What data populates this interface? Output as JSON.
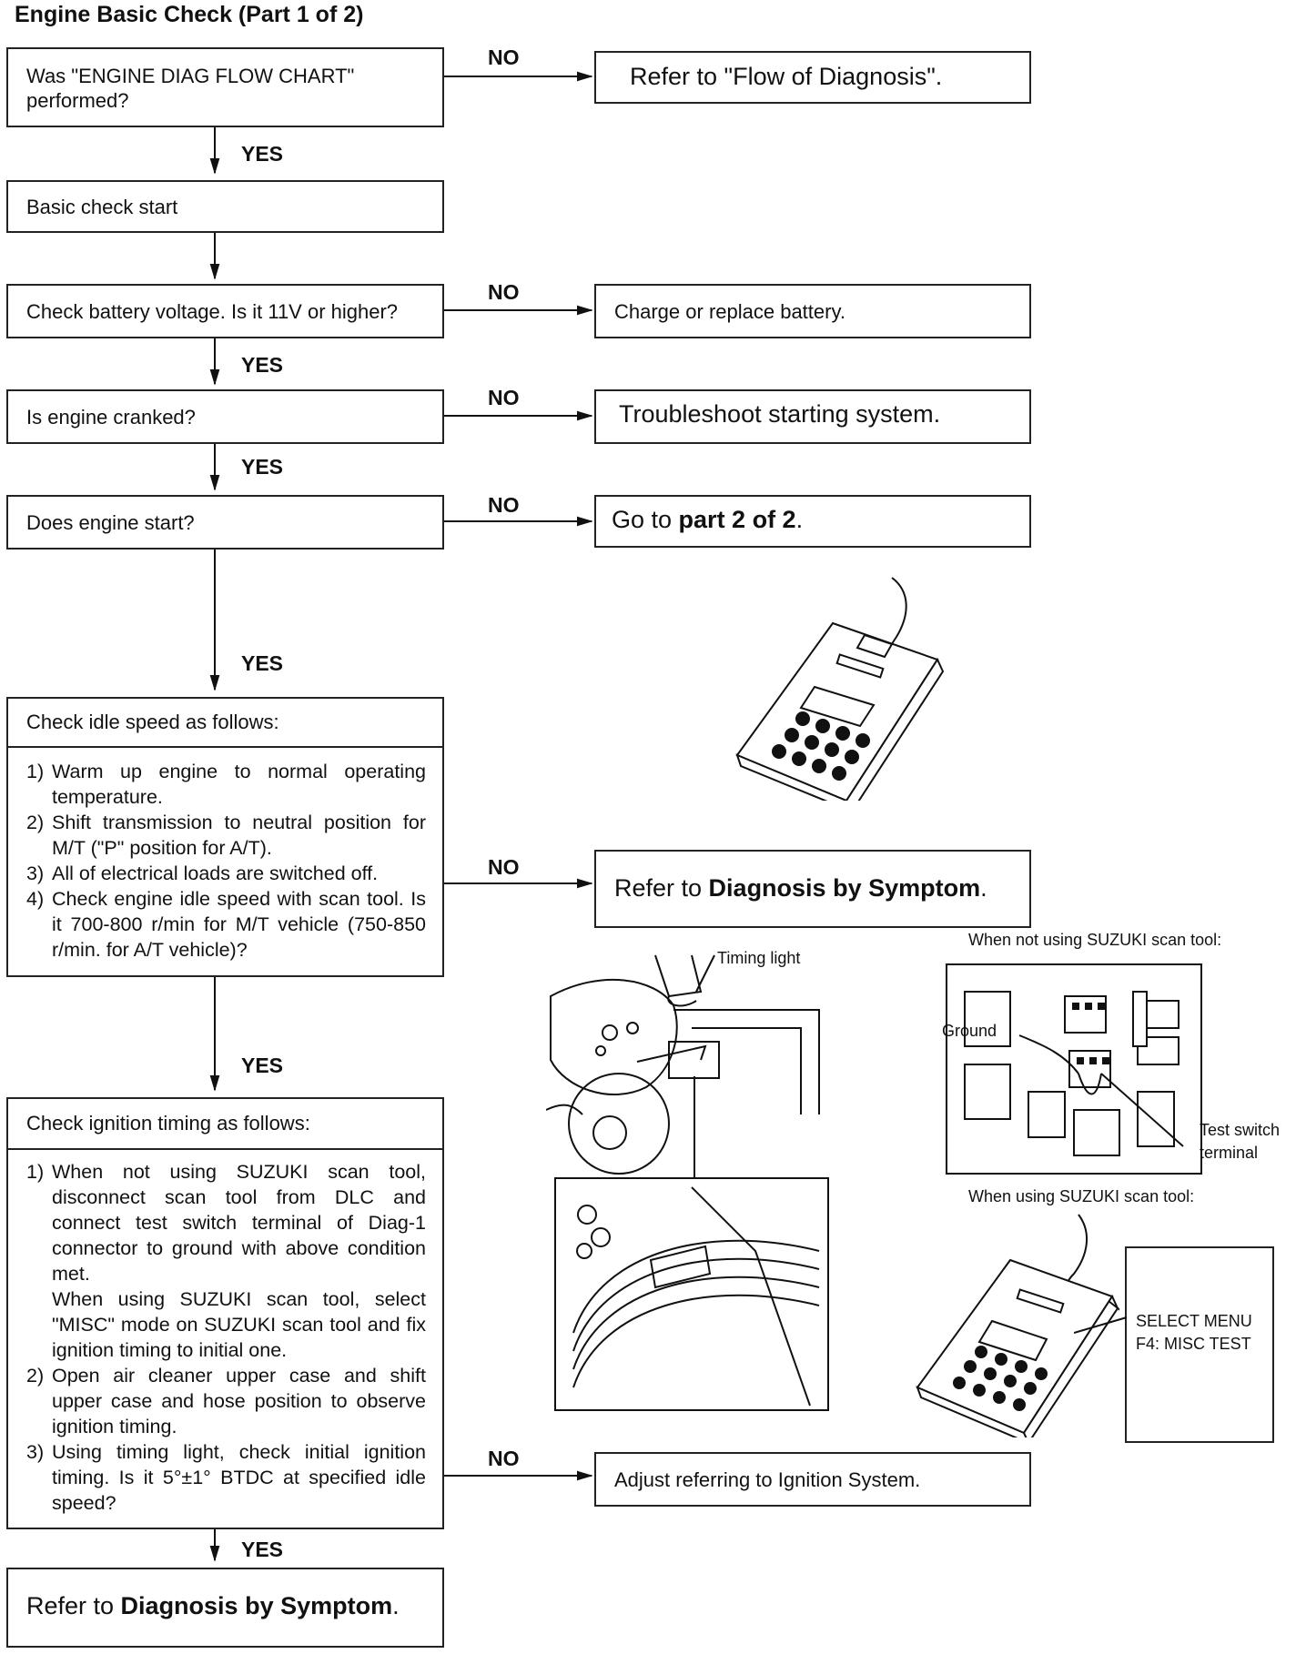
{
  "title": "Engine Basic Check (Part 1 of 2)",
  "labels": {
    "yes": "YES",
    "no": "NO"
  },
  "q1": {
    "text": "Was \"ENGINE DIAG FLOW CHART\" performed?",
    "no_action": "Refer to \"Flow of Diagnosis\"."
  },
  "start": "Basic check start",
  "q2": {
    "text": "Check battery voltage. Is it 11V or higher?",
    "no_action": "Charge or replace battery."
  },
  "q3": {
    "text": "Is engine cranked?",
    "no_action": "Troubleshoot starting system."
  },
  "q4": {
    "text": "Does engine start?",
    "no_action_prefix": "Go to ",
    "no_action_bold": "part 2 of 2",
    "no_action_suffix": "."
  },
  "idle": {
    "header": "Check idle speed as follows:",
    "steps": [
      {
        "n": "1)",
        "text": "Warm up engine to normal operating temperature."
      },
      {
        "n": "2)",
        "text": "Shift transmission to neutral position for M/T (\"P\" position for A/T)."
      },
      {
        "n": "3)",
        "text": "All of electrical loads are switched off."
      },
      {
        "n": "4)",
        "text": "Check engine idle speed with scan tool. Is it 700-800 r/min for M/T vehicle (750-850 r/min. for A/T vehicle)?"
      }
    ],
    "no_action_prefix": "Refer to ",
    "no_action_bold": "Diagnosis by Symptom",
    "no_action_suffix": "."
  },
  "timing": {
    "header": "Check ignition timing as follows:",
    "steps": [
      {
        "n": "1)",
        "text": "When not using SUZUKI scan tool, disconnect scan tool from DLC and connect test switch terminal of Diag-1 connector to ground with above condition met."
      },
      {
        "n": "",
        "text": "When using SUZUKI scan tool, select \"MISC\" mode on SUZUKI scan tool and fix ignition timing to initial one."
      },
      {
        "n": "2)",
        "text": "Open air cleaner upper case and shift upper case and hose position to observe ignition timing."
      },
      {
        "n": "3)",
        "text": "Using timing light, check initial ignition timing. Is it 5°±1° BTDC at specified idle speed?"
      }
    ],
    "no_action": "Adjust referring to Ignition System."
  },
  "final": {
    "prefix": "Refer to ",
    "bold": "Diagnosis by Symptom",
    "suffix": "."
  },
  "figures": {
    "timing_light": "Timing light",
    "not_using_tool": "When not using SUZUKI scan tool:",
    "ground": "Ground",
    "test_switch": "Test switch",
    "terminal": "terminal",
    "using_tool": "When using SUZUKI scan tool:",
    "menu_line1": "SELECT MENU",
    "menu_line2": "F4: MISC TEST"
  }
}
